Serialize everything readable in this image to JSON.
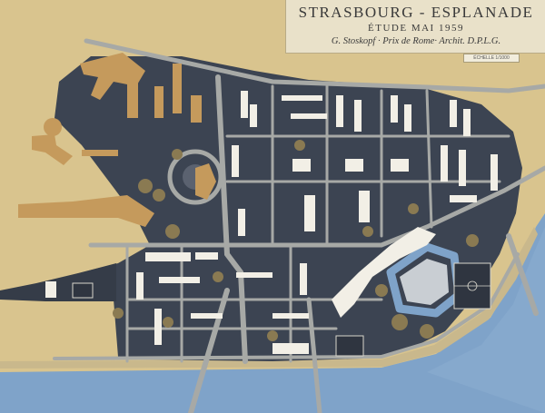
{
  "title_card": {
    "title": "STRASBOURG - ESPLANADE",
    "subtitle": "ÉTUDE   MAI   1959",
    "author": "G. Stoskopf · Prix de Rome· Archit. D.P.L.G."
  },
  "scale_label": "ÉCHELLE 1/1000",
  "colors": {
    "cork_background": "#d9c48e",
    "ground_slate": "#3c4452",
    "water": "#7fa3c9",
    "roads": "#a7a9a6",
    "buildings": "#f2efe6",
    "cork_buildings": "#c59a5c",
    "trees": "#8a7a52",
    "label_card": "#e9e1c9"
  }
}
